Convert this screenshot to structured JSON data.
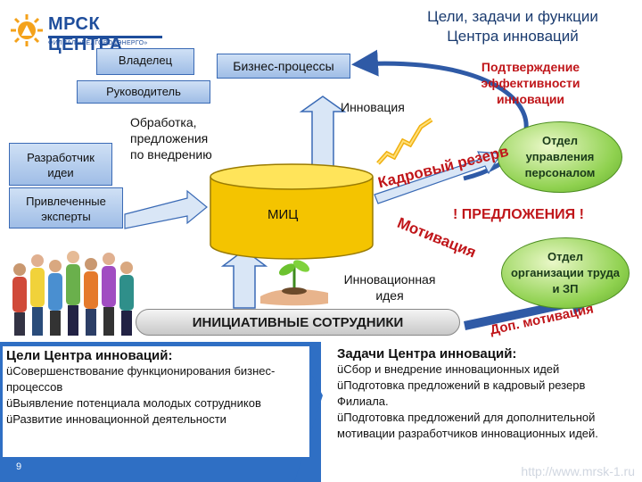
{
  "logo": {
    "name": "МРСК ЦЕНТРА",
    "sub": "ФИЛИАЛ «БЕЛГОРОДЭНЕРГО»"
  },
  "title": {
    "line1": "Цели, задачи и функции",
    "line2": "Центра инноваций"
  },
  "boxes": {
    "owner": "Владелец",
    "business": "Бизнес-процессы",
    "manager": "Руководитель",
    "processing": [
      "Обработка,",
      "предложения",
      "по внедрению"
    ],
    "developer": [
      "Разработчик",
      "идеи"
    ],
    "experts": [
      "Привлеченные",
      "эксперты"
    ],
    "innovation": "Инновация",
    "confirm": [
      "Подтверждение",
      "эффективности",
      "инновации"
    ],
    "miz": "МИЦ",
    "hr_dept": [
      "Отдел",
      "управления",
      "персоналом"
    ],
    "labor_dept": [
      "Отдел",
      "организации труда",
      "и ЗП"
    ],
    "reserve": "Кадровый резерв",
    "motivation": "Мотивация",
    "proposals": "! ПРЕДЛОЖЕНИЯ !",
    "idea": [
      "Инновационная",
      "идея"
    ],
    "initiative": "ИНИЦИАТИВНЫЕ СОТРУДНИКИ",
    "extra_motivation": "Доп. мотивация"
  },
  "goals": {
    "title": "Цели Центра инноваций:",
    "items": [
      "üСовершенствование функционирования бизнес-процессов",
      "üВыявление потенциала молодых сотрудников",
      "üРазвитие инновационной деятельности"
    ]
  },
  "tasks": {
    "title": "Задачи Центра инноваций:",
    "items": [
      "üСбор и внедрение инновационных идей",
      "üПодготовка предложений в кадровый резерв Филиала.",
      "üПодготовка предложений для дополнительной мотивации разработчиков инновационных идей."
    ]
  },
  "footer": {
    "page": "9",
    "url": "http://www.mrsk-1.ru"
  },
  "colors": {
    "blue": "#2f6fc4",
    "red": "#c0161a",
    "green": "#8fd14f",
    "navy": "#1a3b6f"
  }
}
